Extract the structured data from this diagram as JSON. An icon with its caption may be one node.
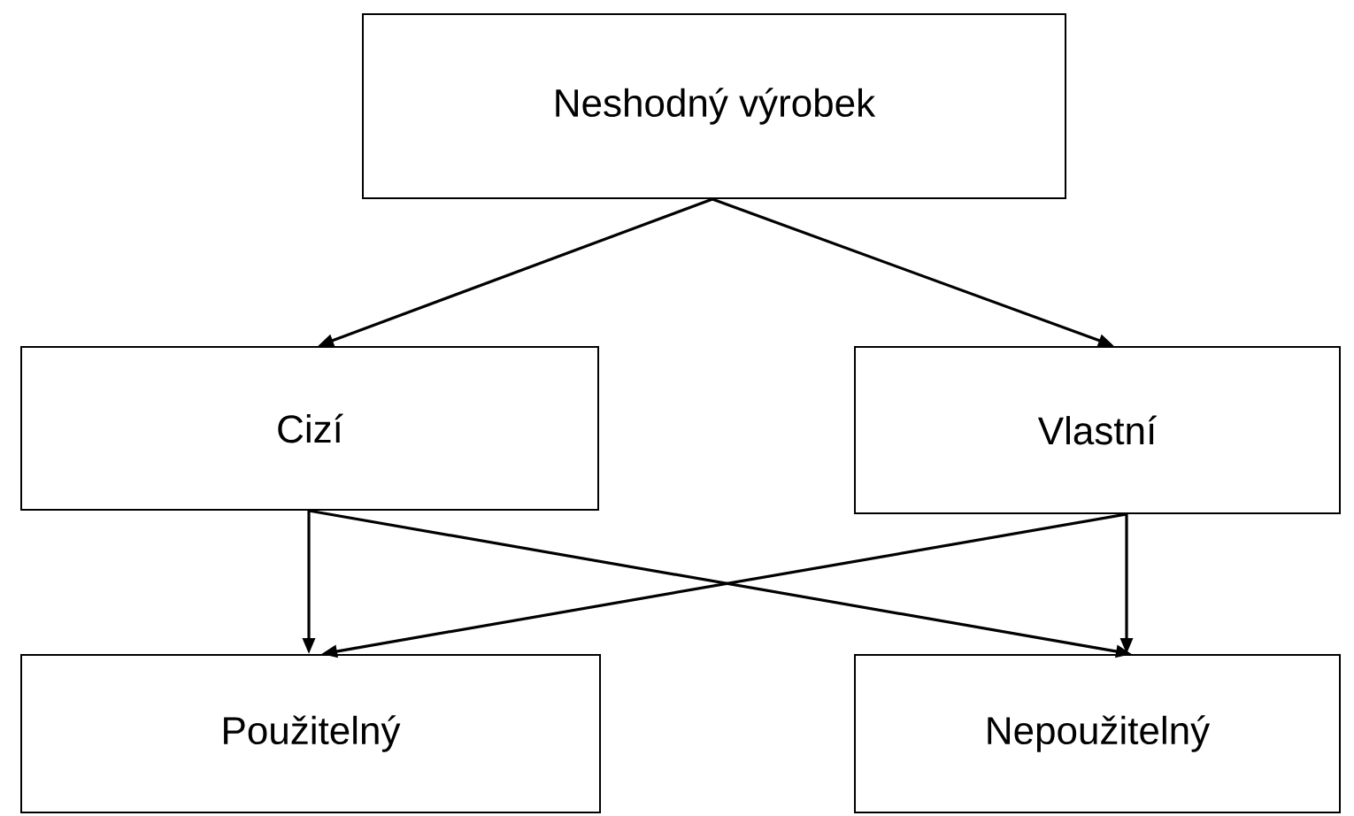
{
  "diagram": {
    "nodes": [
      {
        "text": [
          "Neshodný výrobek"
        ]
      },
      {
        "text": [
          "Cizí"
        ]
      },
      {
        "text": [
          "Vlastní"
        ]
      },
      {
        "text": [
          "Použitelný"
        ]
      },
      {
        "text": [
          "Nepoužitelný"
        ]
      }
    ],
    "edges": [
      {
        "from": 0,
        "to": 1,
        "arrow": "to"
      },
      {
        "from": 0,
        "to": 2,
        "arrow": "to"
      },
      {
        "from": 1,
        "to": 3,
        "arrow": "to"
      },
      {
        "from": 1,
        "to": 4,
        "arrow": "to"
      },
      {
        "from": 2,
        "to": 3,
        "arrow": "to"
      },
      {
        "from": 2,
        "to": 4,
        "arrow": "to"
      }
    ]
  }
}
